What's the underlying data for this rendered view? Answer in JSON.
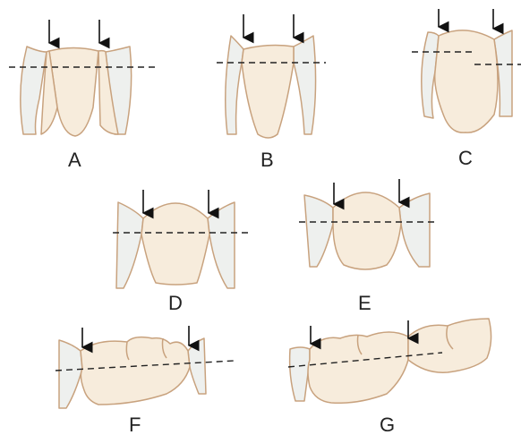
{
  "panels": {
    "A": {
      "label": "A"
    },
    "B": {
      "label": "B"
    },
    "C": {
      "label": "C"
    },
    "D": {
      "label": "D"
    },
    "E": {
      "label": "E"
    },
    "F": {
      "label": "F"
    },
    "G": {
      "label": "G"
    }
  },
  "colors": {
    "tooth_fill": "#f7ecdc",
    "tooth_outline": "#c8a27e",
    "neighbor_shadow": "#eef0ee",
    "reference_line": "#222222",
    "arrow": "#111111"
  }
}
